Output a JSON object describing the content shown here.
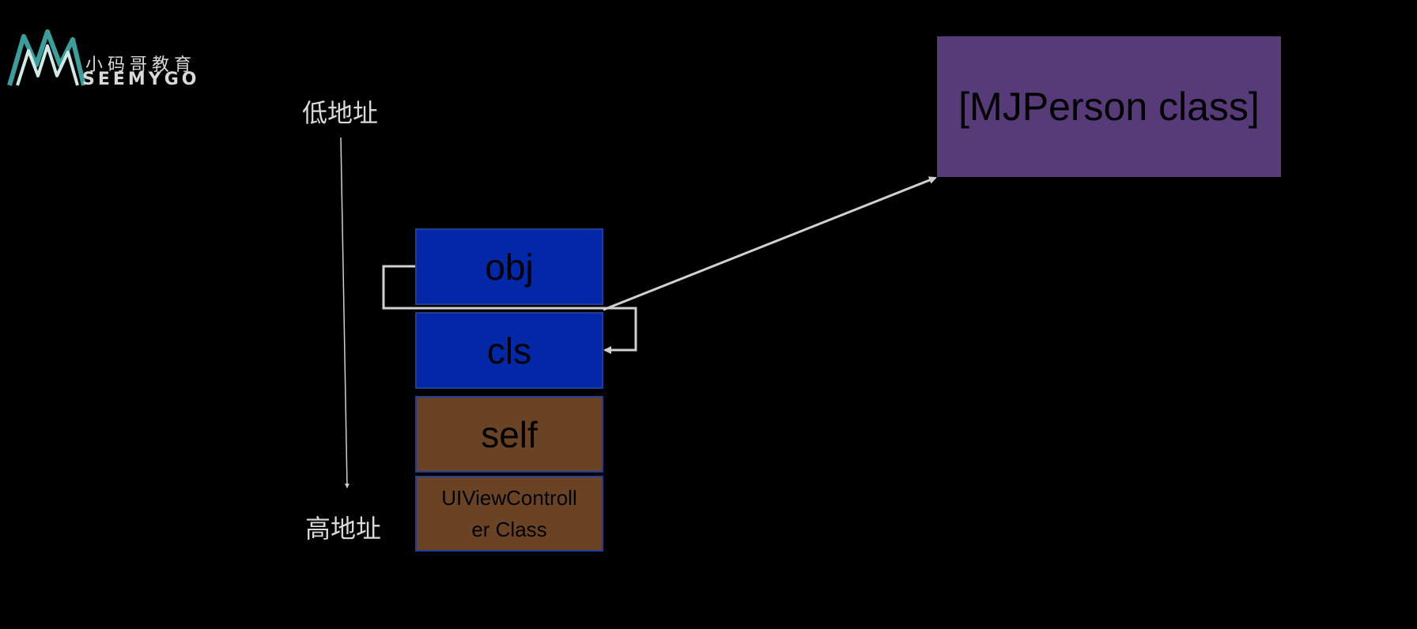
{
  "logo": {
    "name_cn": "小码哥教育",
    "name_en": "SEEMYGO",
    "accent_color": "#3c9e9c",
    "icon": "mountain-m-logo-icon"
  },
  "address_labels": {
    "low": "低地址",
    "high": "高地址"
  },
  "stack_cells": [
    {
      "label": "obj",
      "color": "#0228a8"
    },
    {
      "label": "cls",
      "color": "#0228a8"
    },
    {
      "label": "self",
      "color": "#6a4325"
    },
    {
      "label_line1": "UIViewControll",
      "label_line2": "er Class",
      "color": "#6a4325"
    }
  ],
  "class_object": {
    "label": "[MJPerson class]",
    "color": "#573a78"
  },
  "connector_color": "#d0d0d0"
}
